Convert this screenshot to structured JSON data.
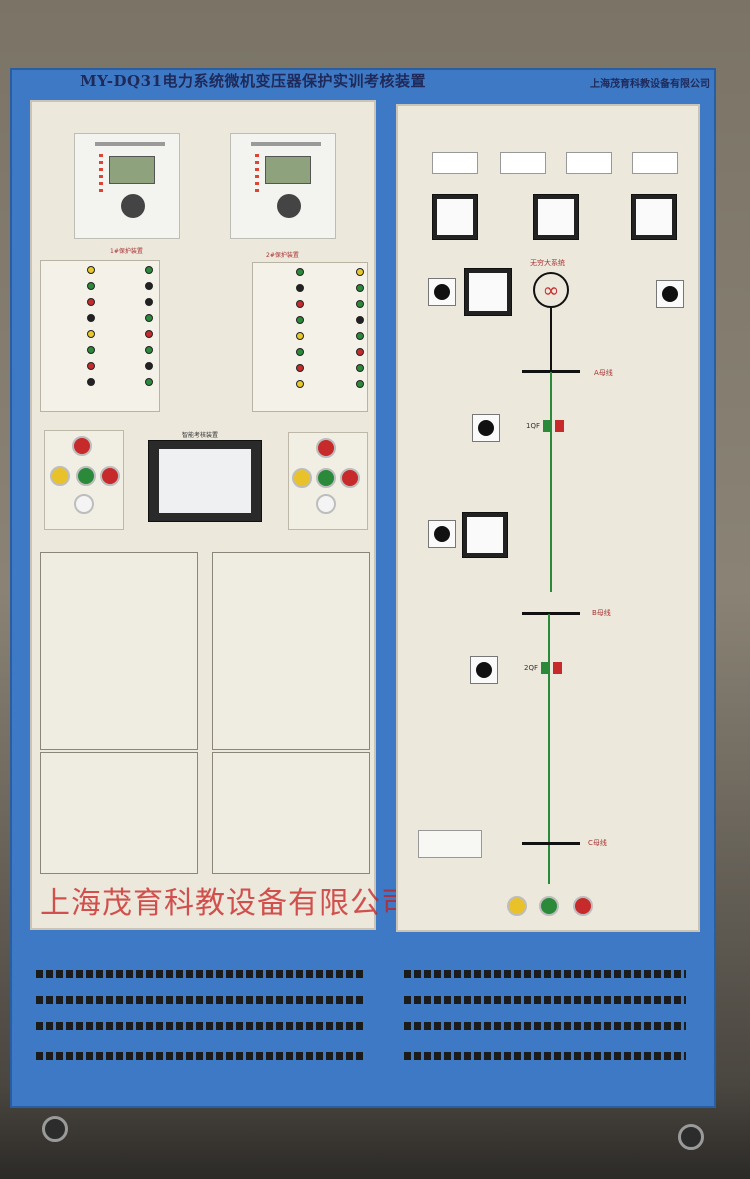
{
  "cabinet": {
    "model_title": "MY-DQ31电力系统微机变压器保护实训考核装置",
    "company_header": "上海茂育科教设备有限公司",
    "watermark": "上海茂育科教设备有限公司"
  },
  "left_panel": {
    "relay1_label": "1#保护装置",
    "relay2_label": "2#保护装置",
    "hmi_label": "智能考核装置"
  },
  "right_panel": {
    "infinite_system": "无穷大系统",
    "bus_a": "A母线",
    "bus_b": "B母线",
    "bus_c": "C母线",
    "breaker1": "1QF",
    "breaker2": "2QF"
  },
  "colors": {
    "cabinet_blue": "#3d79c4",
    "panel_bg": "#ece8dc",
    "watermark_red": "#c81e1e"
  }
}
